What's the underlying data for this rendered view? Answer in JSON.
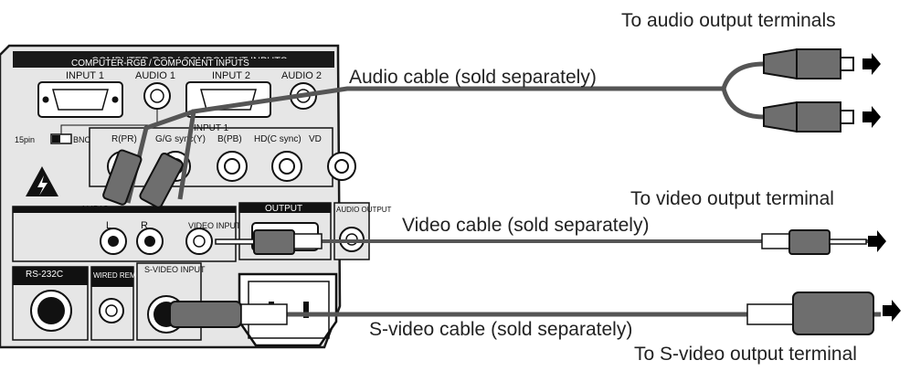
{
  "labels": {
    "to_audio": "To audio output terminals",
    "audio_cable": "Audio cable (sold separately)",
    "to_video": "To video output terminal",
    "video_cable": "Video cable (sold separately)",
    "svideo_cable": "S-video cable (sold separately)",
    "to_svideo": "To S-video output terminal"
  },
  "panel": {
    "header": "COMPUTER-RGB / COMPONENT INPUTS",
    "input1": "INPUT 1",
    "audio1": "AUDIO 1",
    "input2": "INPUT 2",
    "audio2": "AUDIO 2",
    "input1_sub": "INPUT 1",
    "pin15": "15pin",
    "bnc": "BNC",
    "r_pr": "R(PR)",
    "g_sync": "G/G sync(Y)",
    "b_pb": "B(PB)",
    "hd": "HD(C sync)",
    "vd": "VD",
    "audio": "AUDIO",
    "l": "L",
    "r": "R",
    "video_input": "VIDEO INPUT",
    "output": "OUTPUT",
    "audio_output": "AUDIO OUTPUT",
    "rs232c": "RS-232C",
    "wired_remote": "WIRED REMOTE",
    "svideo_input": "S-VIDEO INPUT"
  },
  "colors": {
    "panel": "#e6e6e6",
    "panel_border": "#1a1a1a",
    "cable": "#555555",
    "plug": "#6e6e6e",
    "arrow": "#000000"
  }
}
